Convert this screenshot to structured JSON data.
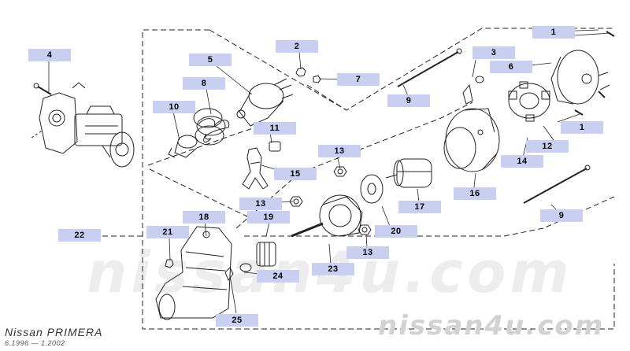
{
  "diagram": {
    "callouts": [
      {
        "id": "c1a",
        "text": "1"
      },
      {
        "id": "c1b",
        "text": "1"
      },
      {
        "id": "c2",
        "text": "2"
      },
      {
        "id": "c3",
        "text": "3"
      },
      {
        "id": "c4",
        "text": "4"
      },
      {
        "id": "c5",
        "text": "5"
      },
      {
        "id": "c6",
        "text": "6"
      },
      {
        "id": "c7",
        "text": "7"
      },
      {
        "id": "c8",
        "text": "8"
      },
      {
        "id": "c9a",
        "text": "9"
      },
      {
        "id": "c9b",
        "text": "9"
      },
      {
        "id": "c10",
        "text": "10"
      },
      {
        "id": "c11",
        "text": "11"
      },
      {
        "id": "c12",
        "text": "12"
      },
      {
        "id": "c13a",
        "text": "13"
      },
      {
        "id": "c13b",
        "text": "13"
      },
      {
        "id": "c13c",
        "text": "13"
      },
      {
        "id": "c14",
        "text": "14"
      },
      {
        "id": "c15",
        "text": "15"
      },
      {
        "id": "c16",
        "text": "16"
      },
      {
        "id": "c17",
        "text": "17"
      },
      {
        "id": "c18",
        "text": "18"
      },
      {
        "id": "c19",
        "text": "19"
      },
      {
        "id": "c20",
        "text": "20"
      },
      {
        "id": "c21",
        "text": "21"
      },
      {
        "id": "c22",
        "text": "22"
      },
      {
        "id": "c23",
        "text": "23"
      },
      {
        "id": "c24",
        "text": "24"
      },
      {
        "id": "c25",
        "text": "25"
      }
    ]
  },
  "footer": {
    "model": "Nissan PRIMERA",
    "dates": "6.1996 — 1.2002"
  },
  "watermarks": {
    "center": "nissan4u.com",
    "corner": "nissan4u.com"
  },
  "colors": {
    "callout_bg": "#c9cff0",
    "line": "#222222"
  }
}
